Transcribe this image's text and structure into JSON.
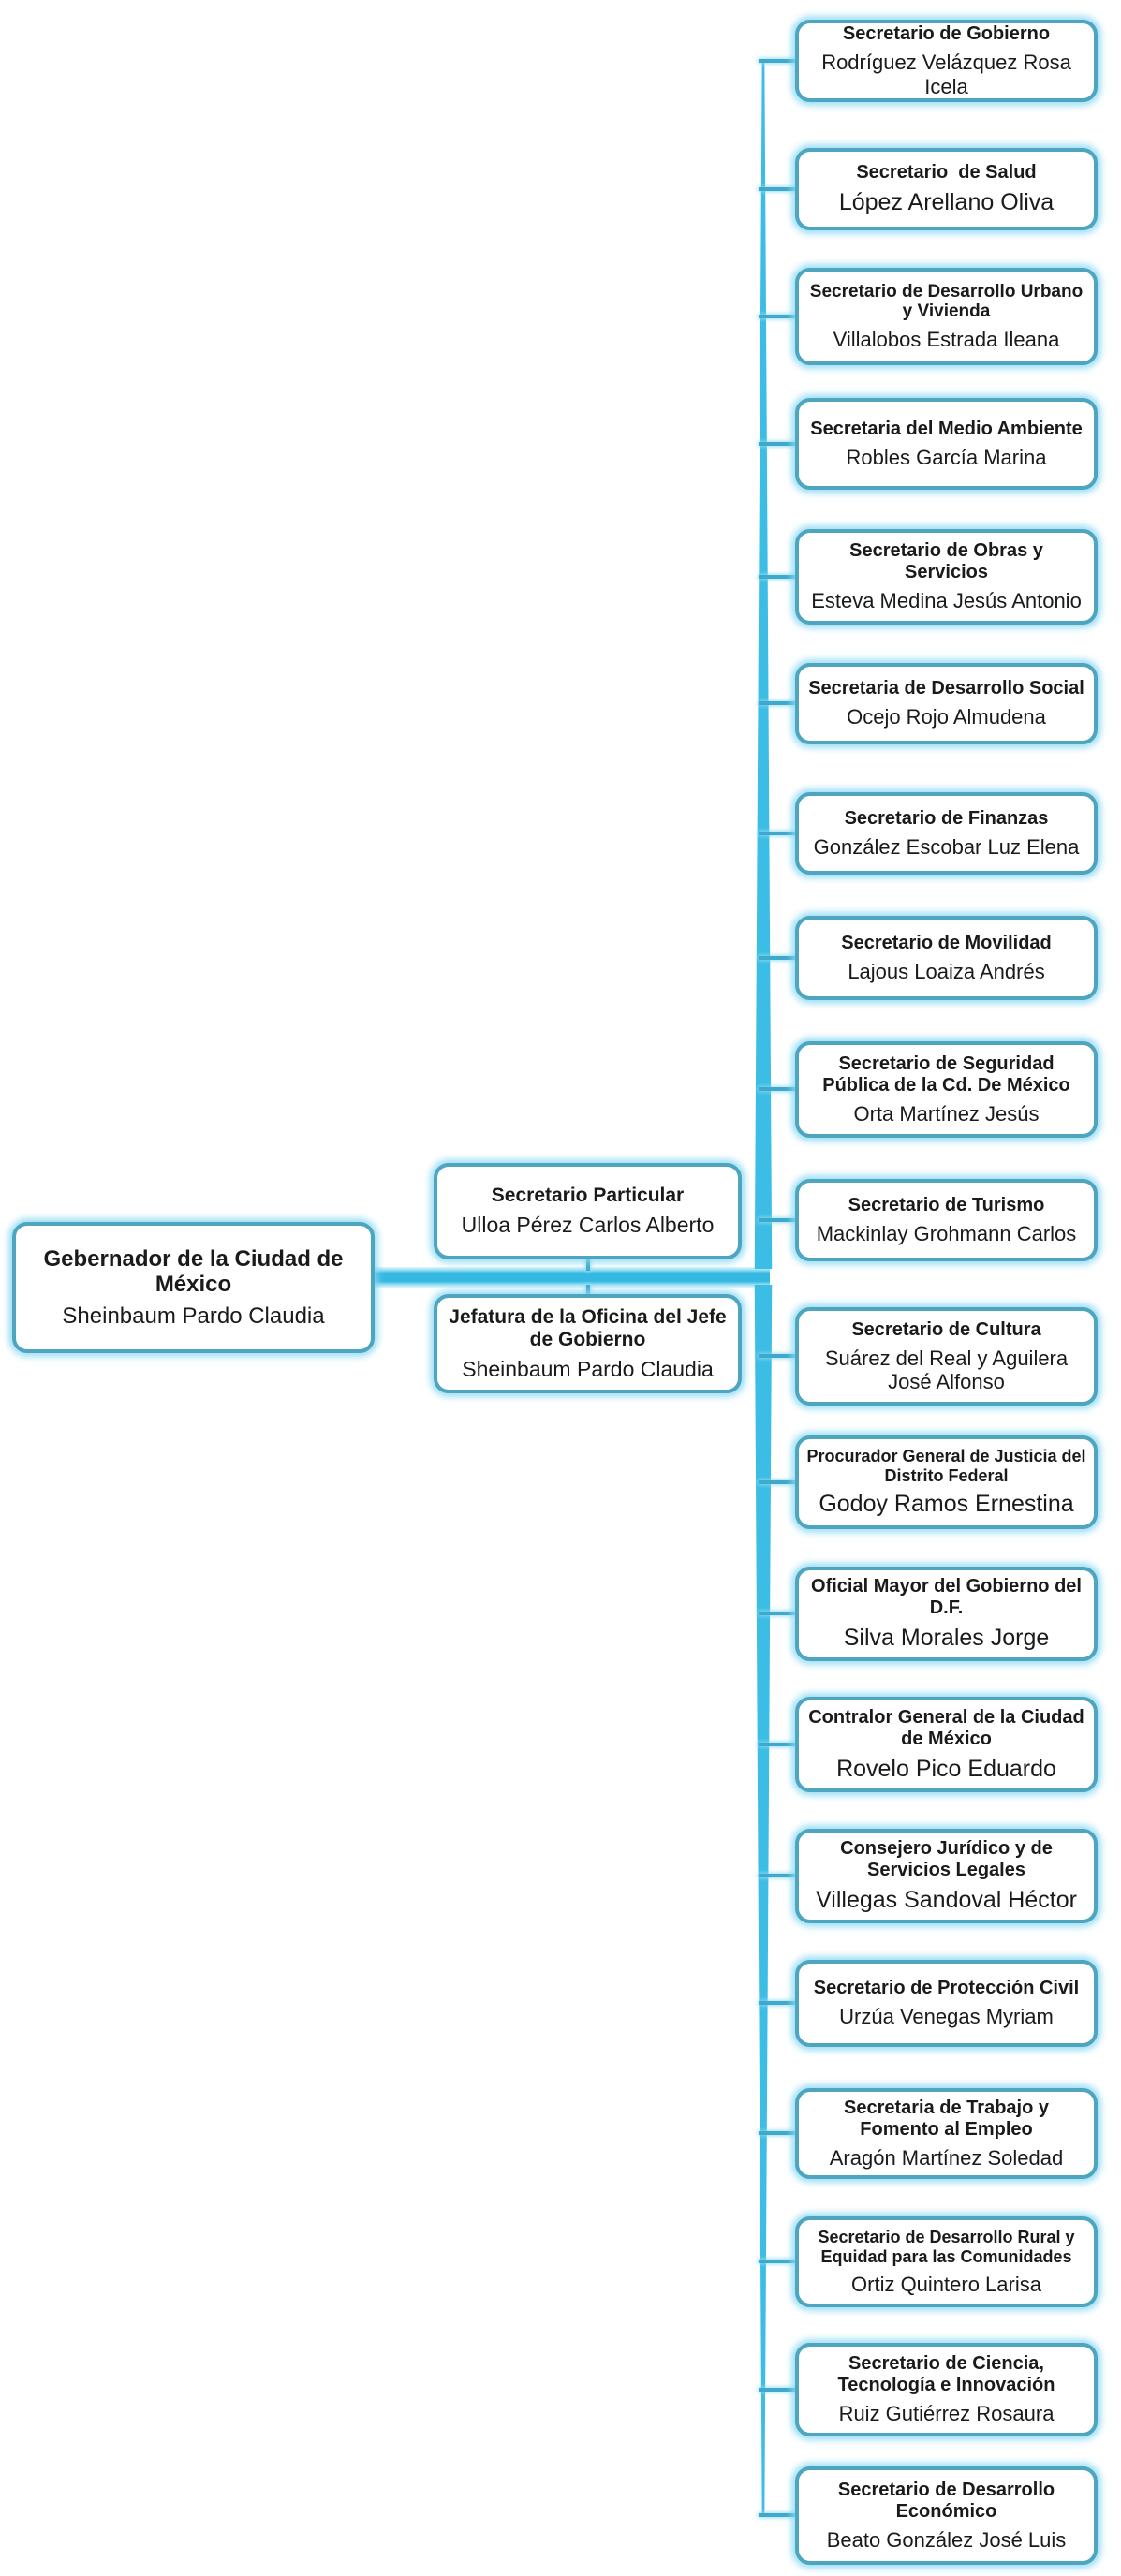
{
  "org": {
    "root": {
      "title": "Gebernador de la Ciudad de México",
      "name": "Sheinbaum Pardo Claudia"
    },
    "staff": [
      {
        "title": "Secretario Particular",
        "name": "Ulloa Pérez Carlos Alberto"
      },
      {
        "title": "Jefatura de la Oficina del Jefe de Gobierno",
        "name": "Sheinbaum Pardo Claudia"
      }
    ],
    "secretaries": [
      {
        "title": "Secretario de Gobierno",
        "name": "Rodríguez Velázquez Rosa Icela"
      },
      {
        "title": "Secretario  de Salud",
        "name": "López Arellano Oliva"
      },
      {
        "title": "Secretario de Desarrollo Urbano y Vivienda",
        "name": "Villalobos Estrada Ileana"
      },
      {
        "title": "Secretaria del Medio Ambiente",
        "name": "Robles García Marina"
      },
      {
        "title": "Secretario de Obras y Servicios",
        "name": "Esteva Medina Jesús Antonio"
      },
      {
        "title": "Secretaria de Desarrollo Social",
        "name": "Ocejo Rojo Almudena"
      },
      {
        "title": "Secretario de Finanzas",
        "name": "González Escobar Luz Elena"
      },
      {
        "title": "Secretario de Movilidad",
        "name": "Lajous Loaiza Andrés"
      },
      {
        "title": "Secretario de Seguridad Pública de la Cd. De México",
        "name": "Orta Martínez Jesús"
      },
      {
        "title": "Secretario de Turismo",
        "name": "Mackinlay Grohmann Carlos"
      },
      {
        "title": "Secretario de Cultura",
        "name": "Suárez del Real y Aguilera José Alfonso"
      },
      {
        "title": "Procurador General de Justicia del Distrito Federal",
        "name": "Godoy Ramos Ernestina"
      },
      {
        "title": "Oficial Mayor del Gobierno del D.F.",
        "name": "Silva Morales Jorge"
      },
      {
        "title": "Contralor General de la Ciudad de México",
        "name": "Rovelo Pico Eduardo"
      },
      {
        "title": "Consejero Jurídico y de Servicios Legales",
        "name": "Villegas Sandoval Héctor"
      },
      {
        "title": "Secretario de Protección Civil",
        "name": "Urzúa Venegas Myriam"
      },
      {
        "title": "Secretaria de Trabajo y Fomento al Empleo",
        "name": "Aragón Martínez Soledad"
      },
      {
        "title": "Secretario de Desarrollo Rural y Equidad para las Comunidades",
        "name": "Ortiz Quintero Larisa"
      },
      {
        "title": "Secretario de Ciencia, Tecnología e Innovación",
        "name": "Ruiz Gutiérrez Rosaura"
      },
      {
        "title": "Secretario de Desarrollo Económico",
        "name": "Beato González José Luis"
      }
    ]
  },
  "colors": {
    "connector_core": "#35B8E2",
    "connector_glow": "#AEE7F7",
    "box_border": "#4DA5C0",
    "box_fill": "#FFFFFF",
    "text": "#1A1A1A"
  }
}
